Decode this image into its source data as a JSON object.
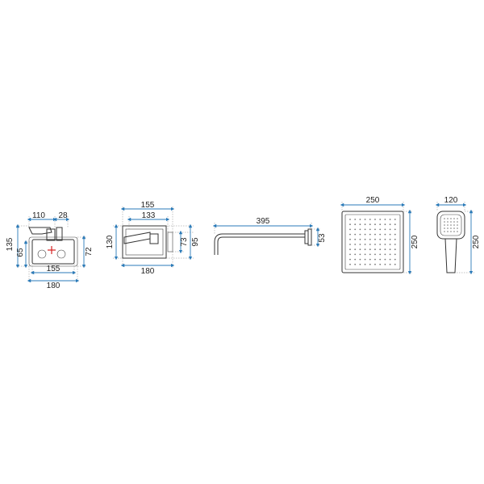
{
  "colors": {
    "dimension_line": "#2a7ab8",
    "outline": "#333333",
    "marker": "#d62020",
    "background": "#ffffff"
  },
  "mixer": {
    "top_left": "110",
    "top_right": "28",
    "left_outer": "135",
    "left_inner": "65",
    "right": "72",
    "bottom_inner": "155",
    "bottom_outer": "180"
  },
  "box": {
    "top_outer": "155",
    "top_inner": "133",
    "left": "130",
    "right_inner": "73",
    "right_outer": "95",
    "bottom": "180"
  },
  "arm": {
    "length": "395",
    "height": "53"
  },
  "head": {
    "width": "250",
    "height": "250"
  },
  "handshower": {
    "width": "120",
    "height": "250"
  }
}
